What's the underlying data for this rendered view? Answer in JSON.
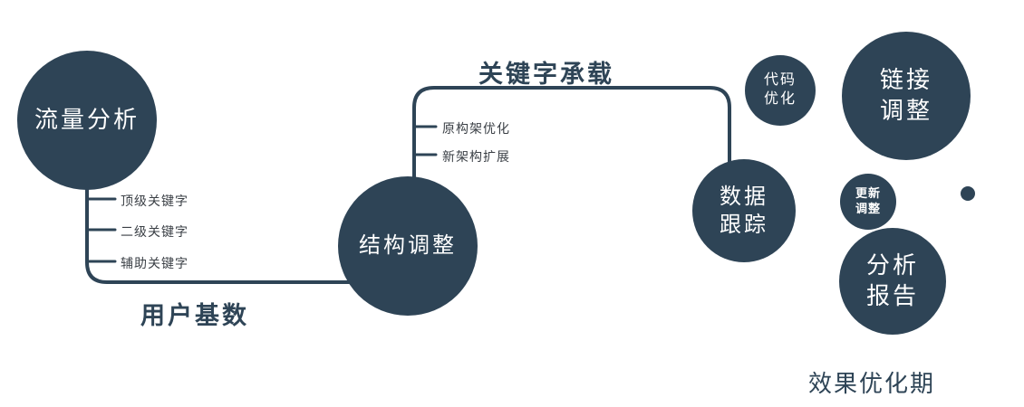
{
  "colors": {
    "primary": "#2e4456",
    "circle_text": "#ffffff",
    "tick_text": "#3a3f45",
    "background": "#ffffff"
  },
  "nodes": {
    "traffic_analysis": {
      "label": "流量分析"
    },
    "structure_adjustment": {
      "label": "结构调整"
    },
    "data_tracking": {
      "line1": "数据",
      "line2": "跟踪"
    },
    "code_optimization": {
      "line1": "代码",
      "line2": "优化"
    },
    "link_adjustment": {
      "line1": "链接",
      "line2": "调整"
    },
    "update_adjustment": {
      "line1": "更新",
      "line2": "调整"
    },
    "analysis_report": {
      "line1": "分析",
      "line2": "报告"
    }
  },
  "edge_labels": {
    "user_base": "用户基数",
    "keyword_carrying": "关键字承载"
  },
  "branch_labels": {
    "traffic": [
      "顶级关键字",
      "二级关键字",
      "辅助关键字"
    ],
    "structure": [
      "原构架优化",
      "新架构扩展"
    ]
  },
  "caption": "效果优化期"
}
